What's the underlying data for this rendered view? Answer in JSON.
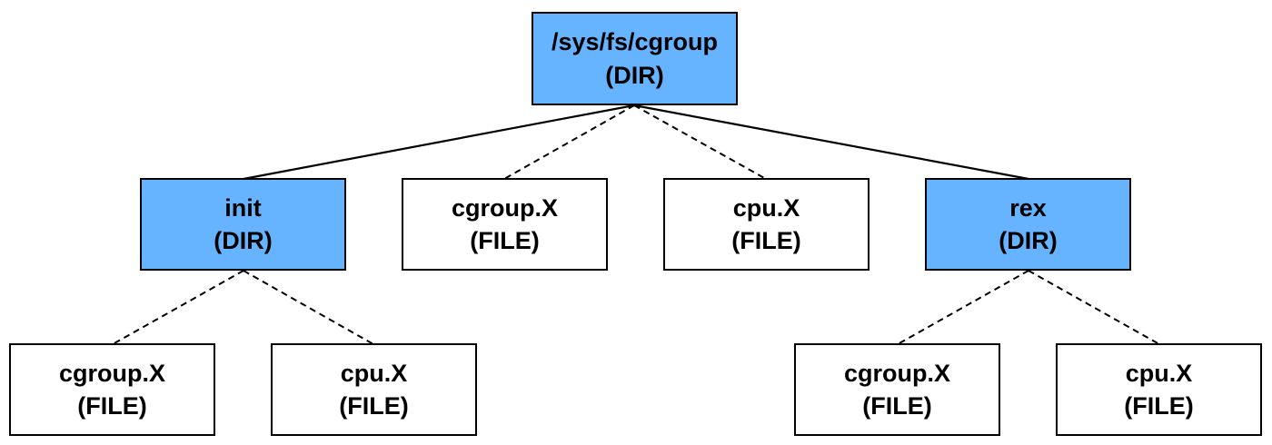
{
  "colors": {
    "dir_fill": "#66b3ff",
    "file_fill": "#ffffff",
    "stroke": "#000000"
  },
  "tree": {
    "root": {
      "name": "/sys/fs/cgroup",
      "kind": "(DIR)"
    },
    "init": {
      "name": "init",
      "kind": "(DIR)"
    },
    "root_cgroup_file": {
      "name": "cgroup.X",
      "kind": "(FILE)"
    },
    "root_cpu_file": {
      "name": "cpu.X",
      "kind": "(FILE)"
    },
    "rex": {
      "name": "rex",
      "kind": "(DIR)"
    },
    "init_cgroup_file": {
      "name": "cgroup.X",
      "kind": "(FILE)"
    },
    "init_cpu_file": {
      "name": "cpu.X",
      "kind": "(FILE)"
    },
    "rex_cgroup_file": {
      "name": "cgroup.X",
      "kind": "(FILE)"
    },
    "rex_cpu_file": {
      "name": "cpu.X",
      "kind": "(FILE)"
    }
  },
  "edges": [
    {
      "from": "root",
      "to": "init",
      "style": "solid"
    },
    {
      "from": "root",
      "to": "root_cgroup_file",
      "style": "dashed"
    },
    {
      "from": "root",
      "to": "root_cpu_file",
      "style": "dashed"
    },
    {
      "from": "root",
      "to": "rex",
      "style": "solid"
    },
    {
      "from": "init",
      "to": "init_cgroup_file",
      "style": "dashed"
    },
    {
      "from": "init",
      "to": "init_cpu_file",
      "style": "dashed"
    },
    {
      "from": "rex",
      "to": "rex_cgroup_file",
      "style": "dashed"
    },
    {
      "from": "rex",
      "to": "rex_cpu_file",
      "style": "dashed"
    }
  ]
}
